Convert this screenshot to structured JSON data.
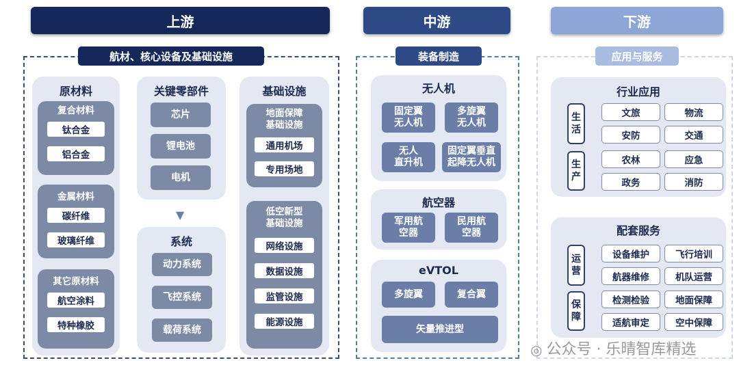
{
  "headers": {
    "up": "上游",
    "mid": "中游",
    "down": "下游"
  },
  "sections": {
    "up": "航材、核心设备及基础设施",
    "mid": "装备制造",
    "down": "应用与服务"
  },
  "colors": {
    "up": "#14285a",
    "mid": "#2d4a86",
    "down": "#8ea6d6",
    "label_down": "#a9bde3"
  },
  "upstream": {
    "raw": {
      "title": "原材料",
      "groups": [
        {
          "title": "复合材料",
          "items": [
            "钛合金",
            "铝合金"
          ]
        },
        {
          "title": "金属材料",
          "items": [
            "碳纤维",
            "玻璃纤维"
          ]
        },
        {
          "title": "其它原材料",
          "items": [
            "航空涂料",
            "特种橡胶"
          ]
        }
      ]
    },
    "parts": {
      "title": "关键零部件",
      "items": [
        "芯片",
        "锂电池",
        "电机"
      ]
    },
    "system": {
      "title": "系统",
      "items": [
        "动力系统",
        "飞控系统",
        "载荷系统"
      ]
    },
    "infra": {
      "title": "基础设施",
      "groups": [
        {
          "title": "地面保障\n基础设施",
          "items": [
            "通用机场",
            "专用场地"
          ]
        },
        {
          "title": "低空新型\n基础设施",
          "items": [
            "网络设施",
            "数据设施",
            "监管设施",
            "能源设施"
          ]
        }
      ]
    }
  },
  "midstream": {
    "uav": {
      "title": "无人机",
      "items": [
        "固定翼\n无人机",
        "多旋翼\n无人机",
        "无人\n直升机",
        "固定翼垂直\n起降无人机"
      ]
    },
    "aircraft": {
      "title": "航空器",
      "items": [
        "军用航\n空器",
        "民用航\n空器"
      ]
    },
    "evtol": {
      "title": "eVTOL",
      "items": [
        "多旋翼",
        "复合翼",
        "矢量推进型"
      ]
    }
  },
  "downstream": {
    "industry": {
      "title": "行业应用",
      "groups": [
        {
          "label": "生\n活",
          "items": [
            "文旅",
            "物流",
            "安防",
            "交通"
          ]
        },
        {
          "label": "生\n产",
          "items": [
            "农林",
            "应急",
            "政务",
            "消防"
          ]
        }
      ]
    },
    "support": {
      "title": "配套服务",
      "groups": [
        {
          "label": "运\n营",
          "items": [
            "设备维护",
            "飞行培训",
            "航器维修",
            "机队运营"
          ]
        },
        {
          "label": "保\n障",
          "items": [
            "检测检验",
            "地面保障",
            "适航审定",
            "空中保障"
          ]
        }
      ]
    }
  },
  "watermark": "公众号 · 乐晴智库精选"
}
